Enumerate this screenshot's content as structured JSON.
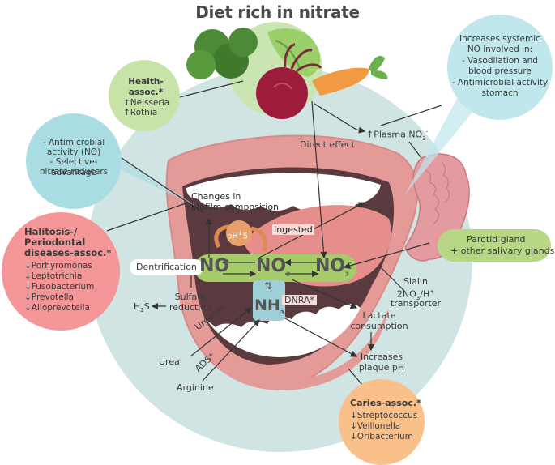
{
  "title": "Diet rich in nitrate",
  "health_bubble": {
    "heading": "Health-assoc.*",
    "items": [
      "↑Neisseria",
      "↑Rothia"
    ]
  },
  "antimicrobial_bubble": {
    "lines": [
      "- Antimicrobial",
      "activity (NO)",
      "- Selective-advantage",
      "nitrate reducers"
    ]
  },
  "halitosis_bubble": {
    "heading_lines": [
      "Halitosis-/",
      "Periodontal",
      "diseases-assoc.*"
    ],
    "items": [
      "↓Porhyromonas",
      "↓Leptotrichia",
      "↓Fusobacterium",
      "↓Prevotella",
      "↓Alloprevotella"
    ]
  },
  "systemic_bubble": {
    "lines": [
      "Increases systemic",
      "NO involved in:",
      "- Vasodilation and",
      "blood pressure",
      "- Antimicrobial activity",
      "stomach"
    ]
  },
  "caries_bubble": {
    "heading": "Caries-assoc.*",
    "items": [
      "↓Streptococcus",
      "↓Veillonella",
      "↓Oribacterium"
    ]
  },
  "labels": {
    "direct_effect": "Direct effect",
    "plasma": "↑Plasma NO",
    "plasma_sub": "3",
    "plasma_sup": "-",
    "biofilm_1": "Changes in",
    "biofilm_2": "biofilm composition",
    "ph": "pH",
    "ph_arrow": "↓",
    "ph_val": "5",
    "ingested": "Ingested",
    "denitrification": "Dentrification",
    "no": "NO",
    "no2": "NO",
    "no2_sub": "2",
    "no2_sup": "-",
    "no3": "NO",
    "no3_sub": "3",
    "no3_sup": "-",
    "nh3": "NH",
    "nh3_sub": "3",
    "dnra": "DNRA*",
    "parotid_1": "Parotid gland",
    "parotid_2": "+ other salivary glands",
    "sialin_1": "Sialin",
    "sialin_2": "2NO",
    "sialin_2_sub": "3",
    "sialin_2_tail": "/H",
    "sialin_2_sup": "+",
    "sialin_3": "transporter",
    "sulfate_1": "Sulfate",
    "sulfate_2": "reduction",
    "h2s": "H",
    "h2s_sub": "2",
    "h2s_tail": "S",
    "lactate_1": "Lactate",
    "lactate_2": "consumption",
    "increases_1": "Increases",
    "increases_2": "plaque pH",
    "ureases": "Ureases",
    "urea": "Urea",
    "ads": "ADS*",
    "arginine": "Arginine"
  },
  "colors": {
    "big_circle": "#cfe4e3",
    "health": "#c7e3a8",
    "antimicrobial": "#a9dde3",
    "halitosis": "#f49698",
    "systemic": "#bfe7ec",
    "caries": "#f9c08a",
    "green_bar": "#a6cc6a",
    "nh3_box": "#9fd0d8",
    "ph_badge": "#e8a06b"
  }
}
